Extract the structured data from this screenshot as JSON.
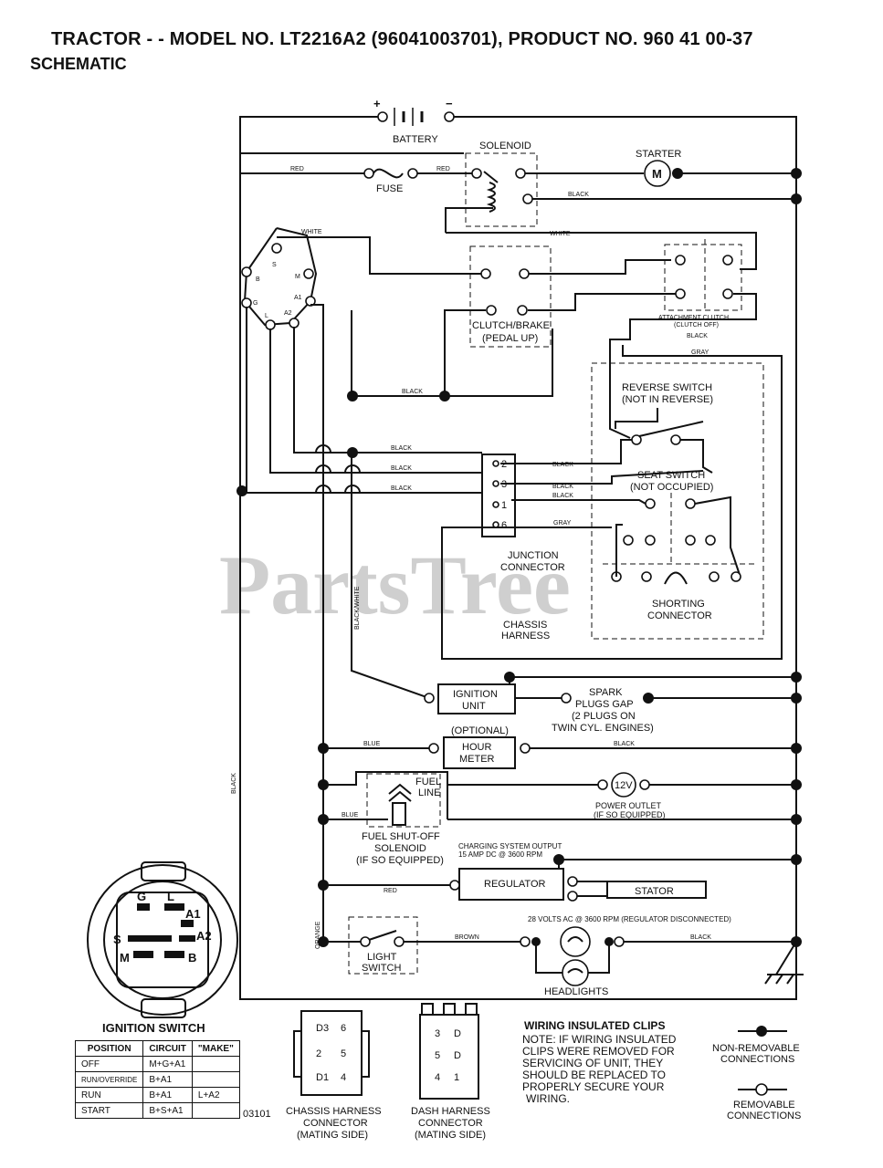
{
  "header": {
    "title": "TRACTOR - - MODEL NO. LT2216A2 (96041003701), PRODUCT NO. 960 41 00-37",
    "subtitle": "SCHEMATIC"
  },
  "watermark": "PartsTree",
  "components": {
    "battery": "BATTERY",
    "solenoid": "SOLENOID",
    "starter": "STARTER",
    "fuse": "FUSE",
    "clutch_brake": "CLUTCH/BRAKE",
    "clutch_brake_sub": "(PEDAL UP)",
    "attachment_clutch": "ATTACHMENT CLUTCH",
    "attachment_clutch_sub": "(CLUTCH OFF)",
    "reverse_switch": "REVERSE SWITCH",
    "reverse_switch_sub": "(NOT IN REVERSE)",
    "seat_switch": "SEAT SWITCH",
    "seat_switch_sub": "(NOT OCCUPIED)",
    "junction_connector_1": "JUNCTION",
    "junction_connector_2": "CONNECTOR",
    "shorting_connector_1": "SHORTING",
    "shorting_connector_2": "CONNECTOR",
    "chassis_harness_1": "CHASSIS",
    "chassis_harness_2": "HARNESS",
    "ignition_unit_1": "IGNITION",
    "ignition_unit_2": "UNIT",
    "spark_1": "SPARK",
    "spark_2": "PLUGS GAP",
    "spark_3": "(2 PLUGS ON",
    "spark_4": "TWIN CYL. ENGINES)",
    "optional": "(OPTIONAL)",
    "hour_meter_1": "HOUR",
    "hour_meter_2": "METER",
    "fuel_line_1": "FUEL",
    "fuel_line_2": "LINE",
    "power_outlet_v": "12V",
    "power_outlet_1": "POWER OUTLET",
    "power_outlet_2": "(IF SO EQUIPPED)",
    "fuel_solenoid_1": "FUEL SHUT-OFF",
    "fuel_solenoid_2": "SOLENOID",
    "fuel_solenoid_3": "(IF SO EQUIPPED)",
    "charging_1": "CHARGING SYSTEM OUTPUT",
    "charging_2": "15 AMP DC @ 3600 RPM",
    "regulator": "REGULATOR",
    "stator": "STATOR",
    "stator_volts": "28 VOLTS AC @ 3600 RPM (REGULATOR DISCONNECTED)",
    "light_switch_1": "LIGHT",
    "light_switch_2": "SWITCH",
    "headlights": "HEADLIGHTS",
    "motor_symbol": "M"
  },
  "wires": {
    "red": "RED",
    "black": "BLACK",
    "white": "WHITE",
    "gray": "GRAY",
    "blue": "BLUE",
    "orange": "ORANGE",
    "brown": "BROWN",
    "black_white": "BLACK/WHITE"
  },
  "ignition_terminals": [
    "B",
    "S",
    "M",
    "A1",
    "A2",
    "L",
    "G"
  ],
  "junction_pins": [
    "2",
    "3",
    "1",
    "6"
  ],
  "ignition_switch": {
    "title": "IGNITION SWITCH",
    "face_labels": [
      "G",
      "L",
      "A1",
      "S",
      "A2",
      "M",
      "B"
    ],
    "table": {
      "headers": [
        "POSITION",
        "CIRCUIT",
        "\"MAKE\""
      ],
      "rows": [
        [
          "OFF",
          "M+G+A1",
          ""
        ],
        [
          "RUN/OVERRIDE",
          "B+A1",
          ""
        ],
        [
          "RUN",
          "B+A1",
          "L+A2"
        ],
        [
          "START",
          "B+S+A1",
          ""
        ]
      ]
    }
  },
  "footer": {
    "drawing_no": "03101",
    "chassis_harness_1": "CHASSIS HARNESS",
    "chassis_harness_2": "CONNECTOR",
    "chassis_harness_3": "(MATING SIDE)",
    "dash_harness_1": "DASH HARNESS",
    "dash_harness_2": "CONNECTOR",
    "dash_harness_3": "(MATING SIDE)",
    "chassis_pins": [
      "D3",
      "6",
      "2",
      "5",
      "D1",
      "4"
    ],
    "dash_pins": [
      "3",
      "D",
      "5",
      "D",
      "4",
      "1"
    ],
    "clips_title": "WIRING INSULATED CLIPS",
    "clips_note_1": "NOTE: IF WIRING INSULATED",
    "clips_note_2": "CLIPS WERE REMOVED FOR",
    "clips_note_3": "SERVICING OF UNIT, THEY",
    "clips_note_4": "SHOULD BE REPLACED TO",
    "clips_note_5": "PROPERLY SECURE YOUR",
    "clips_note_6": "WIRING.",
    "nonremovable_1": "NON-REMOVABLE",
    "nonremovable_2": "CONNECTIONS",
    "removable_1": "REMOVABLE",
    "removable_2": "CONNECTIONS"
  }
}
